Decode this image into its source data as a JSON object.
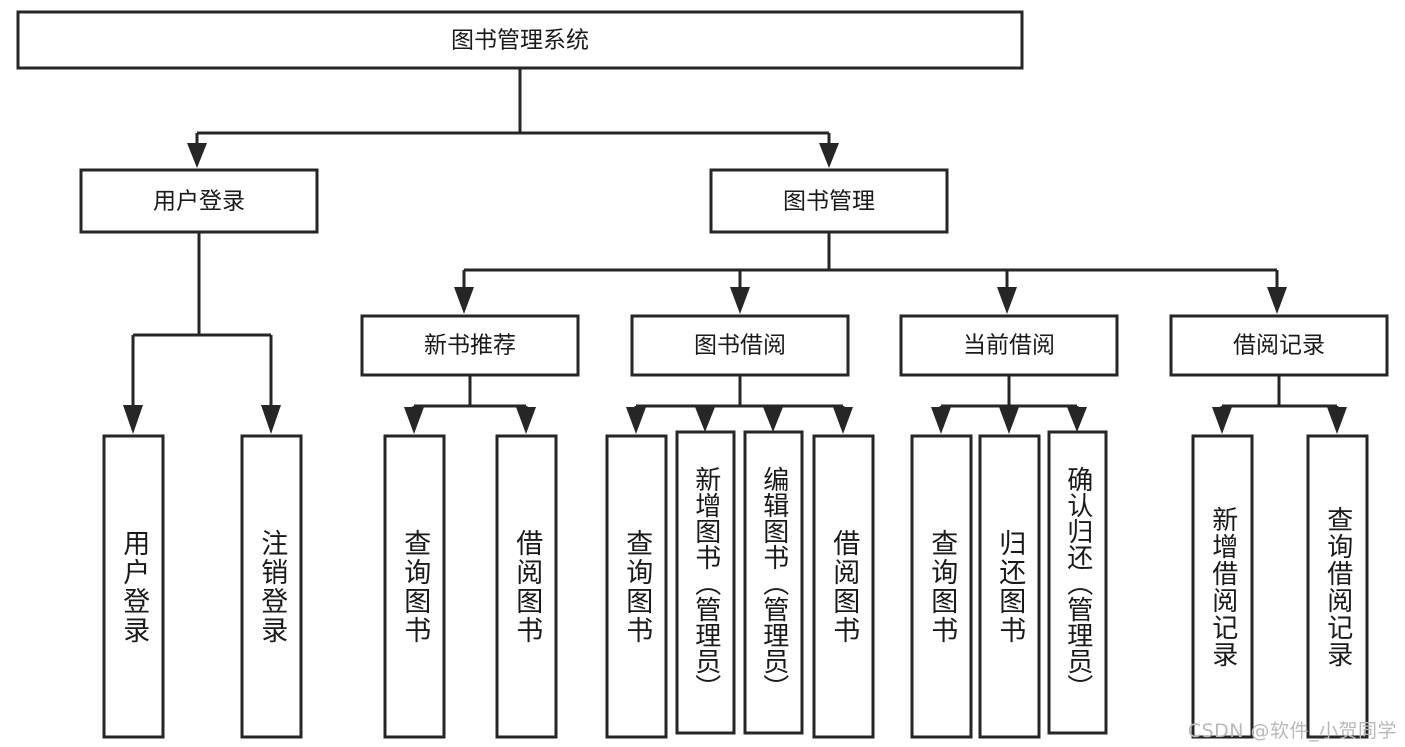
{
  "diagram": {
    "title": "图书管理系统",
    "type": "tree-hierarchy-diagram",
    "colors": {
      "stroke": "#262626",
      "fill": "#ffffff",
      "text": "#1a1a1a",
      "watermark": "#b9b9b9"
    },
    "levels": {
      "root": {
        "label": "图书管理系统"
      },
      "level2": [
        {
          "id": "user-login",
          "label": "用户登录"
        },
        {
          "id": "book-management",
          "label": "图书管理"
        }
      ],
      "level3": [
        {
          "id": "new-book-recommend",
          "label": "新书推荐"
        },
        {
          "id": "book-borrow",
          "label": "图书借阅"
        },
        {
          "id": "current-borrow",
          "label": "当前借阅"
        },
        {
          "id": "borrow-record",
          "label": "借阅记录"
        }
      ],
      "level4": {
        "user-login": [
          {
            "id": "leaf-user-login",
            "label": "用户登录"
          },
          {
            "id": "leaf-logout-login",
            "label": "注销登录"
          }
        ],
        "new-book-recommend": [
          {
            "id": "leaf-query-book-1",
            "label": "查询图书"
          },
          {
            "id": "leaf-borrow-book-1",
            "label": "借阅图书"
          }
        ],
        "book-borrow": [
          {
            "id": "leaf-query-book-2",
            "label": "查询图书"
          },
          {
            "id": "leaf-add-book",
            "label": "新增图书（管理员）"
          },
          {
            "id": "leaf-edit-book",
            "label": "编辑图书（管理员）"
          },
          {
            "id": "leaf-borrow-book-2",
            "label": "借阅图书"
          }
        ],
        "current-borrow": [
          {
            "id": "leaf-query-book-3",
            "label": "查询图书"
          },
          {
            "id": "leaf-return-book",
            "label": "归还图书"
          },
          {
            "id": "leaf-confirm-return",
            "label": "确认归还（管理员）"
          }
        ],
        "borrow-record": [
          {
            "id": "leaf-add-record",
            "label": "新增借阅记录"
          },
          {
            "id": "leaf-query-record",
            "label": "查询借阅记录"
          }
        ]
      }
    }
  },
  "watermark": {
    "text": "CSDN @软件_小贺同学"
  }
}
